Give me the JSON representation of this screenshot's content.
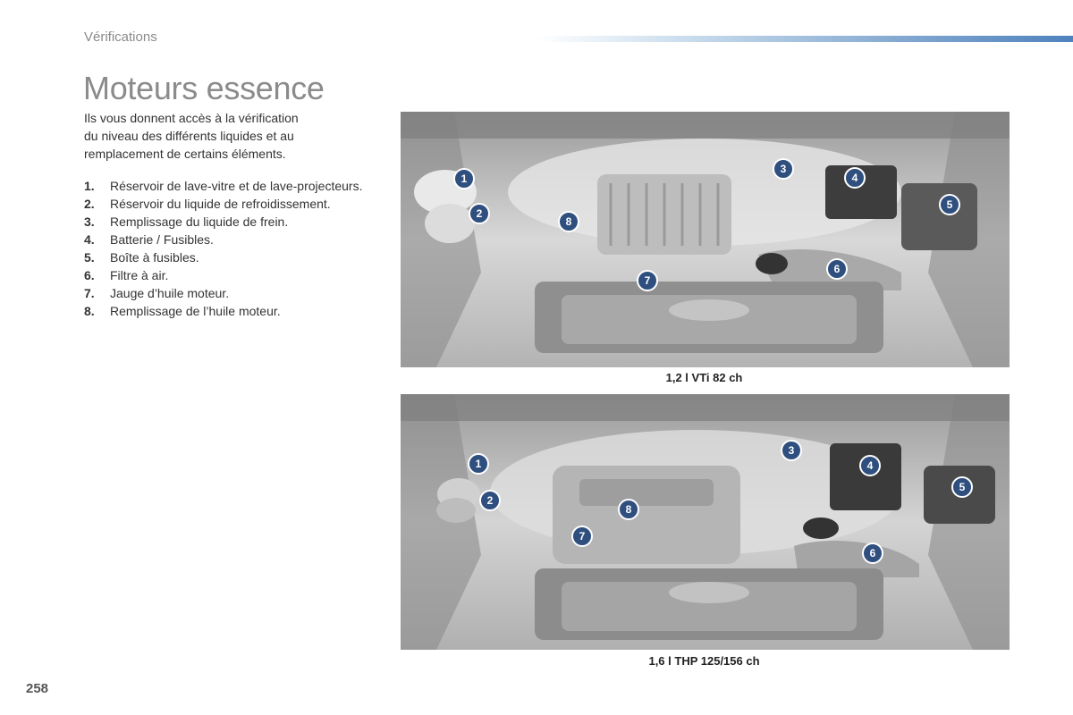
{
  "header": {
    "section": "Vérifications"
  },
  "page": {
    "title": "Moteurs essence",
    "intro_line1": "Ils vous donnent accès à la vérification",
    "intro_line2": "du niveau des différents liquides et au remplacement de certains éléments.",
    "page_number": "258"
  },
  "items": [
    {
      "num": "1.",
      "label": "Réservoir de lave-vitre et de lave-projecteurs."
    },
    {
      "num": "2.",
      "label": "Réservoir du liquide de refroidissement."
    },
    {
      "num": "3.",
      "label": "Remplissage du liquide de frein."
    },
    {
      "num": "4.",
      "label": "Batterie / Fusibles."
    },
    {
      "num": "5.",
      "label": "Boîte à fusibles."
    },
    {
      "num": "6.",
      "label": "Filtre à air."
    },
    {
      "num": "7.",
      "label": "Jauge d’huile moteur."
    },
    {
      "num": "8.",
      "label": "Remplissage de l’huile moteur."
    }
  ],
  "figures": [
    {
      "caption": "1,2 l VTi 82 ch",
      "callouts": [
        "1",
        "2",
        "3",
        "4",
        "5",
        "6",
        "7",
        "8"
      ]
    },
    {
      "caption": "1,6 l THP 125/156 ch",
      "callouts": [
        "1",
        "2",
        "3",
        "4",
        "5",
        "6",
        "7",
        "8"
      ]
    }
  ],
  "colors": {
    "accent_blue": "#4f82bd",
    "callout_fill": "#2f4f7f"
  }
}
